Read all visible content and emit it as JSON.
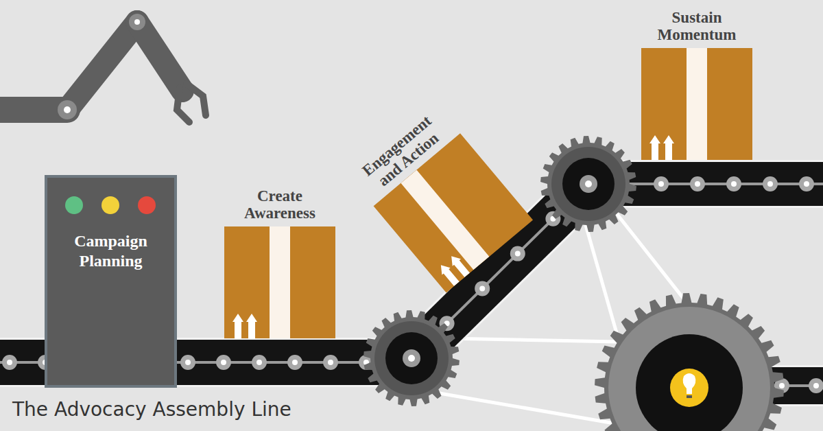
{
  "diagram": {
    "title": "The Advocacy Assembly Line",
    "nodes": [
      {
        "text": [
          "Campaign Planning"
        ]
      },
      {
        "text": [
          "Create Awareness"
        ]
      },
      {
        "text": [
          "Engagement and Action"
        ]
      },
      {
        "text": [
          "Sustain Momentum"
        ]
      }
    ]
  }
}
